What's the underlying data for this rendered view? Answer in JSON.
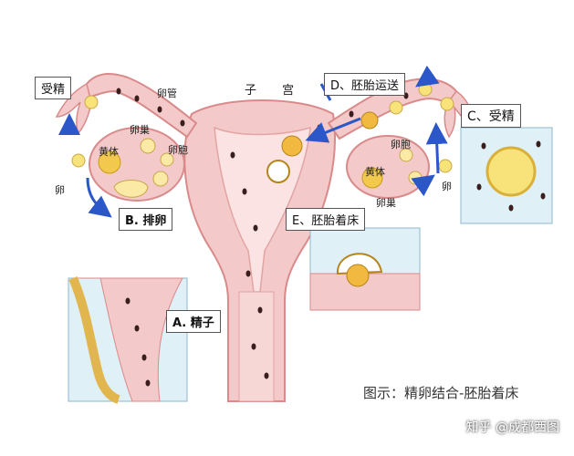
{
  "title": "子 宫",
  "labels": {
    "left_fertilization": "受精",
    "left_fallopian": "卵管",
    "left_ovary": "卵巢",
    "left_corpus": "黄体",
    "left_follicle": "卵胞",
    "left_egg": "卵",
    "right_follicle": "卵胞",
    "right_corpus": "黄体",
    "right_ovary": "卵巢",
    "right_egg": "卵"
  },
  "steps": {
    "a": "A. 精子",
    "b": "B. 排卵",
    "c": "C、受精",
    "d": "D、胚胎运送",
    "e": "E、胚胎着床"
  },
  "caption": "图示：精卵结合-胚胎着床",
  "watermark": "知乎 @成都西图",
  "colors": {
    "uterus_pink": "#f3c9c9",
    "uterus_outline": "#d98a8a",
    "arrow_blue": "#2b57c9",
    "panel_blue": "#dff0f7",
    "egg_yellow": "#f7e37a",
    "sperm_dark": "#3a1d1d"
  }
}
